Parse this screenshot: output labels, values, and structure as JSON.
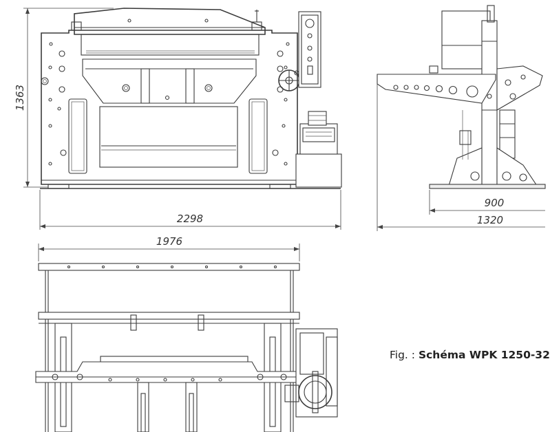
{
  "dimensions": {
    "height_front": "1363",
    "width_total_front": "2298",
    "width_top_view": "1976",
    "side_depth_base": "900",
    "side_depth_total": "1320"
  },
  "caption": {
    "prefix": "Fig. :",
    "title": "Schéma WPK 1250-32"
  }
}
